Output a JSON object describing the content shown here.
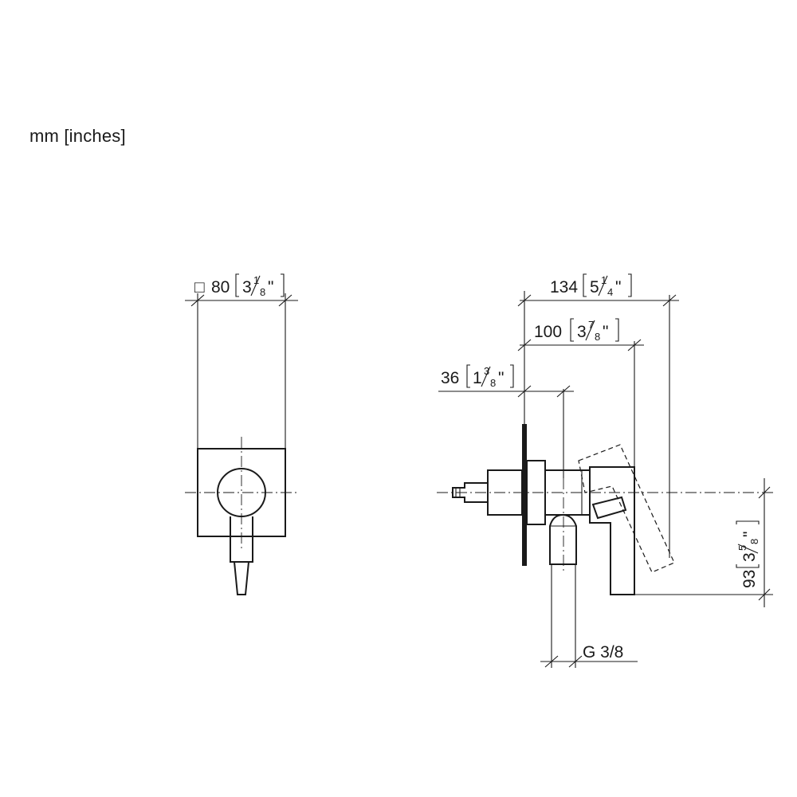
{
  "units_label": "mm [inches]",
  "dimensions": {
    "width_front": {
      "symbol": "□",
      "mm": "80",
      "inch_whole": "3",
      "inch_num": "1",
      "inch_den": "8",
      "inch_mark": "\""
    },
    "depth_total": {
      "mm": "134",
      "inch_whole": "5",
      "inch_num": "1",
      "inch_den": "4",
      "inch_mark": "\""
    },
    "depth_handle": {
      "mm": "100",
      "inch_whole": "3",
      "inch_num": "7",
      "inch_den": "8",
      "inch_mark": "\""
    },
    "depth_body": {
      "mm": "36",
      "inch_whole": "1",
      "inch_num": "3",
      "inch_den": "8",
      "inch_mark": "\""
    },
    "height_handle": {
      "mm": "93",
      "inch_whole": "3",
      "inch_num": "5",
      "inch_den": "8",
      "inch_mark": "\""
    },
    "thread": {
      "label": "G 3/8"
    }
  }
}
